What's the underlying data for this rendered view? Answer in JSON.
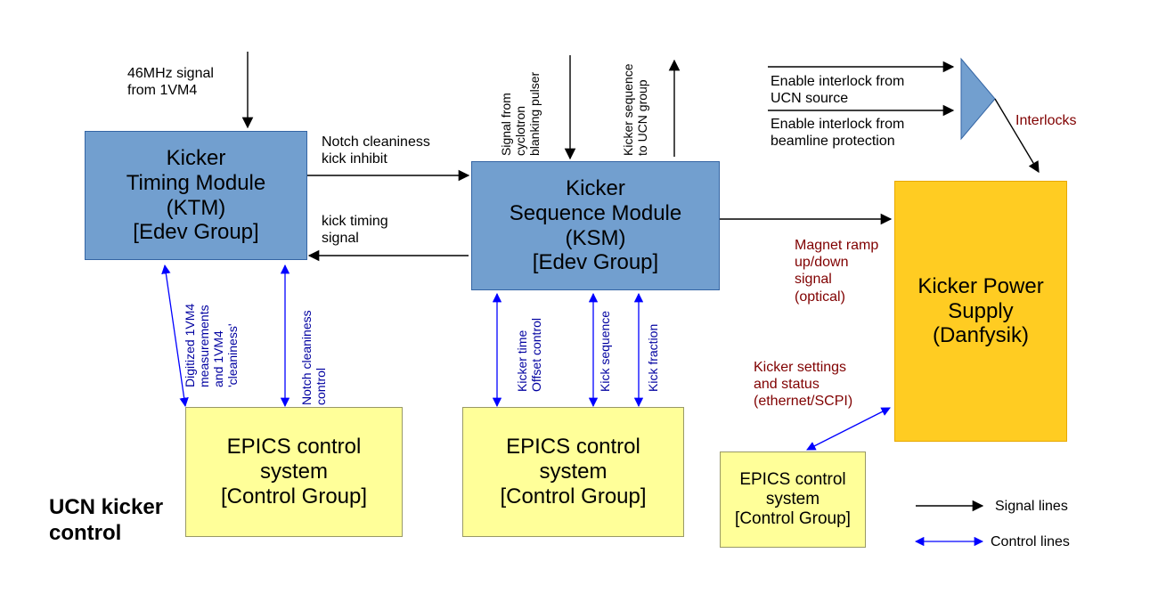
{
  "boxes": {
    "ktm": "Kicker\nTiming Module\n(KTM)\n[Edev Group]",
    "ksm": "Kicker\nSequence Module\n(KSM)\n[Edev Group]",
    "kps": "Kicker Power\nSupply\n(Danfysik)",
    "epics1": "EPICS control\nsystem\n[Control Group]",
    "epics2": "EPICS control\nsystem\n[Control Group]",
    "epics3": "EPICS control\nsystem\n[Control Group]"
  },
  "labels": {
    "mhz_signal": "46MHz signal\nfrom 1VM4",
    "notch_inhibit": "Notch cleaniness\nkick inhibit",
    "kick_timing": "kick timing\nsignal",
    "interlock_ucn": "Enable interlock from\nUCN source",
    "interlock_beamline": "Enable interlock from\nbeamline protection",
    "interlocks": "Interlocks",
    "magnet_ramp": "Magnet ramp\nup/down\nsignal\n(optical)",
    "kicker_settings": "Kicker settings\nand status\n(ethernet/SCPI)"
  },
  "vertical_labels": {
    "cyclotron_pulser": "Signal from\ncyclotron\nblanking pulser",
    "kicker_sequence_ucn": "Kicker sequence\nto UCN group",
    "digitized": "Digitized 1VM4\nmeasurements\nand 1VM4\n'cleaniness'",
    "notch_control": "Notch cleaniness\ncontrol",
    "time_offset": "Kicker time\nOffset control",
    "kick_sequence": "Kick sequence",
    "kick_fraction": "Kick fraction"
  },
  "title": "UCN kicker\ncontrol",
  "legend": {
    "signal": "Signal lines",
    "control": "Control lines"
  },
  "colors": {
    "module_blue": "#729fcf",
    "epics_yellow": "#ffff99",
    "power_orange": "#ffcc22",
    "control_arrow": "#0000ff",
    "signal_arrow": "#000000",
    "annotation_red": "#800000"
  }
}
